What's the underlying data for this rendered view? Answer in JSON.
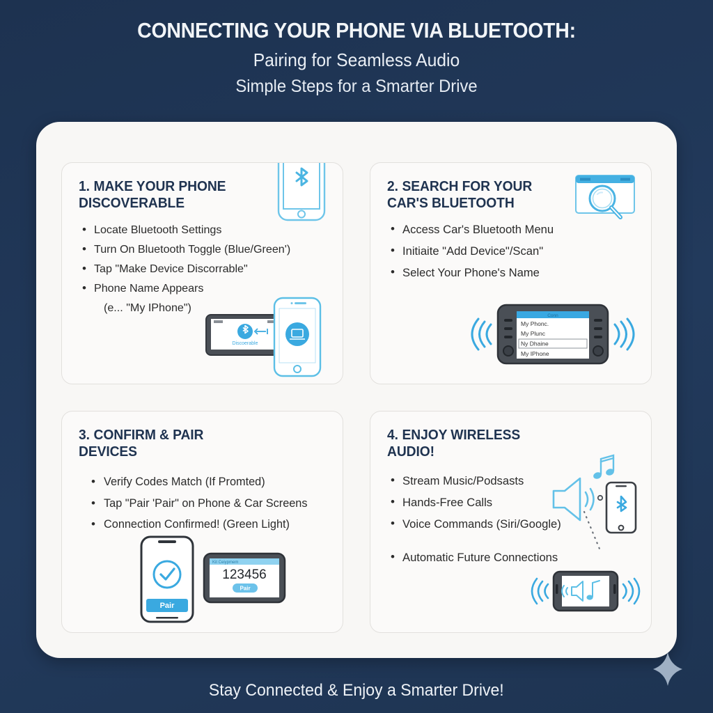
{
  "header": {
    "title": "CONNECTING YOUR PHONE VIA BLUETOOTH:",
    "subtitle": "Pairing for Seamless Audio",
    "tagline": "Simple Steps for a Smarter Drive"
  },
  "footer": {
    "text": "Stay Connected & Enjoy a Smarter Drive!",
    "sparkle_icon": "sparkle-icon"
  },
  "colors": {
    "background": "#1e3452",
    "panel": "#f8f7f5",
    "card": "#fbfaf9",
    "title_navy": "#1f3350",
    "accent_blue": "#3aa9e0",
    "light_blue": "#7fcdee",
    "body_text": "#2b2b2b",
    "device_dark": "#3b3f45"
  },
  "cards": [
    {
      "number": "1.",
      "title": "MAKE YOUR PHONE DISCOVERABLE",
      "icon": "phone-bluetooth-icon",
      "bullets": [
        "Locate Bluetooth Settings",
        "Turn On Bluetooth Toggle (Blue/Green')",
        "Tap \"Make Device Discorrable\"",
        "Phone Name Appears"
      ],
      "sub_bullet": "(e... \"My IPhone\")",
      "art": {
        "car_screen_label": "Discoerable",
        "car_screen_icon": "bluetooth-circle-icon",
        "phone_icon": "phone-sync-icon"
      }
    },
    {
      "number": "2.",
      "title": "SEARCH FOR YOUR CAR'S BLUETOOTH",
      "icon": "browser-search-icon",
      "bullets": [
        "Access Car's Bluetooth Menu",
        "Initiaite \"Add Device\"/Scan\"",
        "Select Your Phone's Name"
      ],
      "art": {
        "head_unit_title": "Conn",
        "device_list": [
          "My Phonc.",
          "My Plunc",
          "Ny Dhaine",
          "My IPhone"
        ],
        "selected_index": 2,
        "wave_icon": "signal-waves-icon"
      }
    },
    {
      "number": "3.",
      "title": "CONFIRM & PAIR DEVICES",
      "bullets": [
        "Verify Codes Match (If Promted)",
        "Tap \"Pair 'Pair\" on Phone & Car Screens",
        "Connection Confirmed! (Green Light)"
      ],
      "art": {
        "phone_check_icon": "check-circle-icon",
        "phone_button_label": "Pair",
        "car_screen_header": "Kit Ceiypmem",
        "pair_code": "123456",
        "car_button_label": "Pair"
      }
    },
    {
      "number": "4.",
      "title": "ENJOY WIRELESS AUDIO!",
      "bullets": [
        "Stream Music/Podsasts",
        "Hands-Free Calls",
        "Voice Commands (Siri/Google)",
        "Automatic Future Connections"
      ],
      "art": {
        "speaker_icon": "speaker-icon",
        "music_note_icon": "music-note-icon",
        "phone_bt_icon": "phone-bluetooth-icon",
        "arrow_icon": "dotted-arrow-icon",
        "landscape_phone_icon": "landscape-phone-audio-icon"
      }
    }
  ]
}
